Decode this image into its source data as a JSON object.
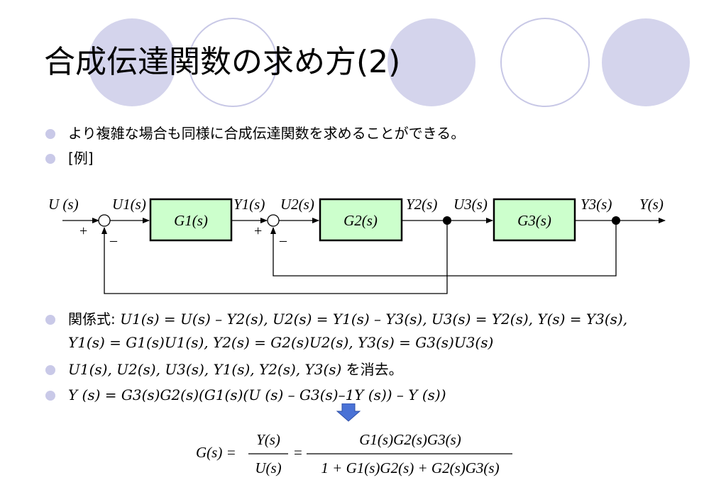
{
  "slide": {
    "title": "合成伝達関数の求め方(2)",
    "bullets": [
      {
        "text": "より複雑な場合も同様に合成伝達関数を求めることができる。"
      },
      {
        "text": "[例]"
      },
      {
        "label": "関係式:",
        "line1": "U1(s) = U(s) – Y2(s), U2(s) = Y1(s) – Y3(s), U3(s) = Y2(s), Y(s) = Y3(s),",
        "line2": "Y1(s) = G1(s)U1(s), Y2(s) = G2(s)U2(s), Y3(s) = G3(s)U3(s)"
      },
      {
        "vars": "U1(s), U2(s), U3(s), Y1(s), Y2(s), Y3(s)",
        "suffix": " を消去。"
      },
      {
        "text": "Y (s) = G3(s)G2(s)(G1(s)(U (s) – G3(s)–1Y (s)) – Y (s))"
      }
    ]
  },
  "block_diagram": {
    "blocks": [
      "G1(s)",
      "G2(s)",
      "G3(s)"
    ],
    "signals": [
      "U (s)",
      "U1(s)",
      "Y1(s)",
      "U2(s)",
      "Y2(s)",
      "U3(s)",
      "Y3(s)",
      "Y(s)"
    ],
    "signs": {
      "plus": "+",
      "minus": "–"
    }
  },
  "final_equation": {
    "lhs": "G(s) =",
    "frac1_num": "Y(s)",
    "frac1_den": "U(s)",
    "equals": "=",
    "frac2_num": "G1(s)G2(s)G3(s)",
    "frac2_den": "1 + G1(s)G2(s) + G2(s)G3(s)"
  },
  "colors": {
    "circle_fill": "#d4d4ec",
    "circle_stroke": "#c8c8e6",
    "block_fill": "#ccffcc",
    "arrow_fill": "#4a72d6"
  }
}
